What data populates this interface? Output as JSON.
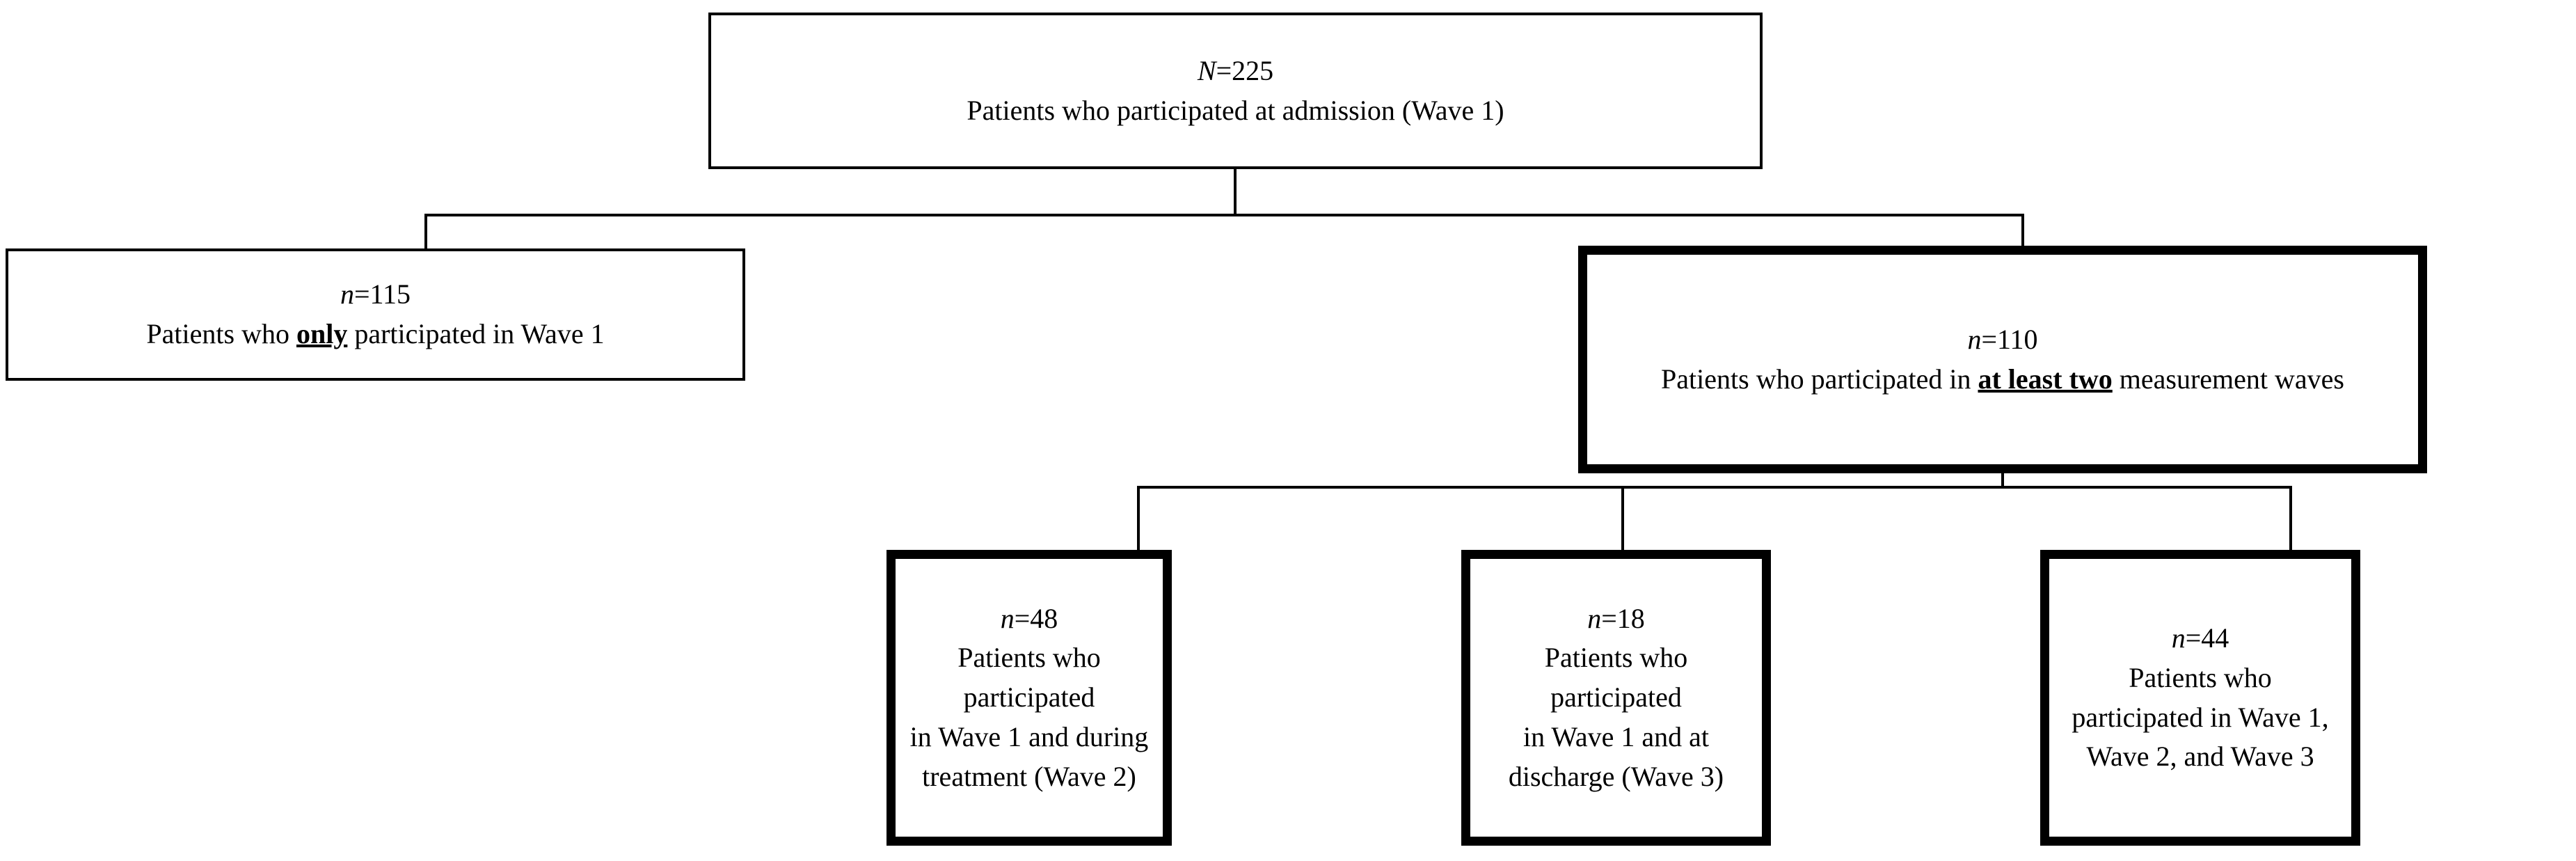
{
  "figure": {
    "type": "flowchart",
    "title": "Participant flow across measurement waves",
    "background_color": "#ffffff",
    "line_color": "#000000",
    "text_color": "#000000"
  },
  "nodes": {
    "wave1_all": {
      "count_symbol": "N",
      "count_separator": "=",
      "count_value": "225",
      "count_text": "N=225",
      "label_line1": "Patients who participated at admission (Wave 1)",
      "border": "thin"
    },
    "wave1_only": {
      "count_symbol": "n",
      "count_separator": "=",
      "count_value": "115",
      "count_text": "n=115",
      "label_pre": "Patients who ",
      "label_emph": "only",
      "label_post": " participated in Wave 1",
      "border": "thin"
    },
    "at_least_two": {
      "count_symbol": "n",
      "count_separator": "=",
      "count_value": "110",
      "count_text": "n=110",
      "label_pre": "Patients who participated in ",
      "label_emph": "at least two",
      "label_post": " measurement waves",
      "border": "thick"
    },
    "wave1_wave2": {
      "count_symbol": "n",
      "count_separator": "=",
      "count_value": "48",
      "count_text": "n=48",
      "label_line1": "Patients who participated",
      "label_line2": "in Wave 1 and during",
      "label_line3": "treatment (Wave 2)",
      "border": "thick"
    },
    "wave1_wave3": {
      "count_symbol": "n",
      "count_separator": "=",
      "count_value": "18",
      "count_text": "n=18",
      "label_line1": "Patients who participated",
      "label_line2": "in Wave 1 and at",
      "label_line3": "discharge (Wave 3)",
      "border": "thick"
    },
    "all_three_waves": {
      "count_symbol": "n",
      "count_separator": "=",
      "count_value": "44",
      "count_text": "n=44",
      "label_line1": "Patients who",
      "label_line2": "participated in Wave 1,",
      "label_line3": "Wave 2, and Wave 3",
      "border": "thick"
    }
  }
}
